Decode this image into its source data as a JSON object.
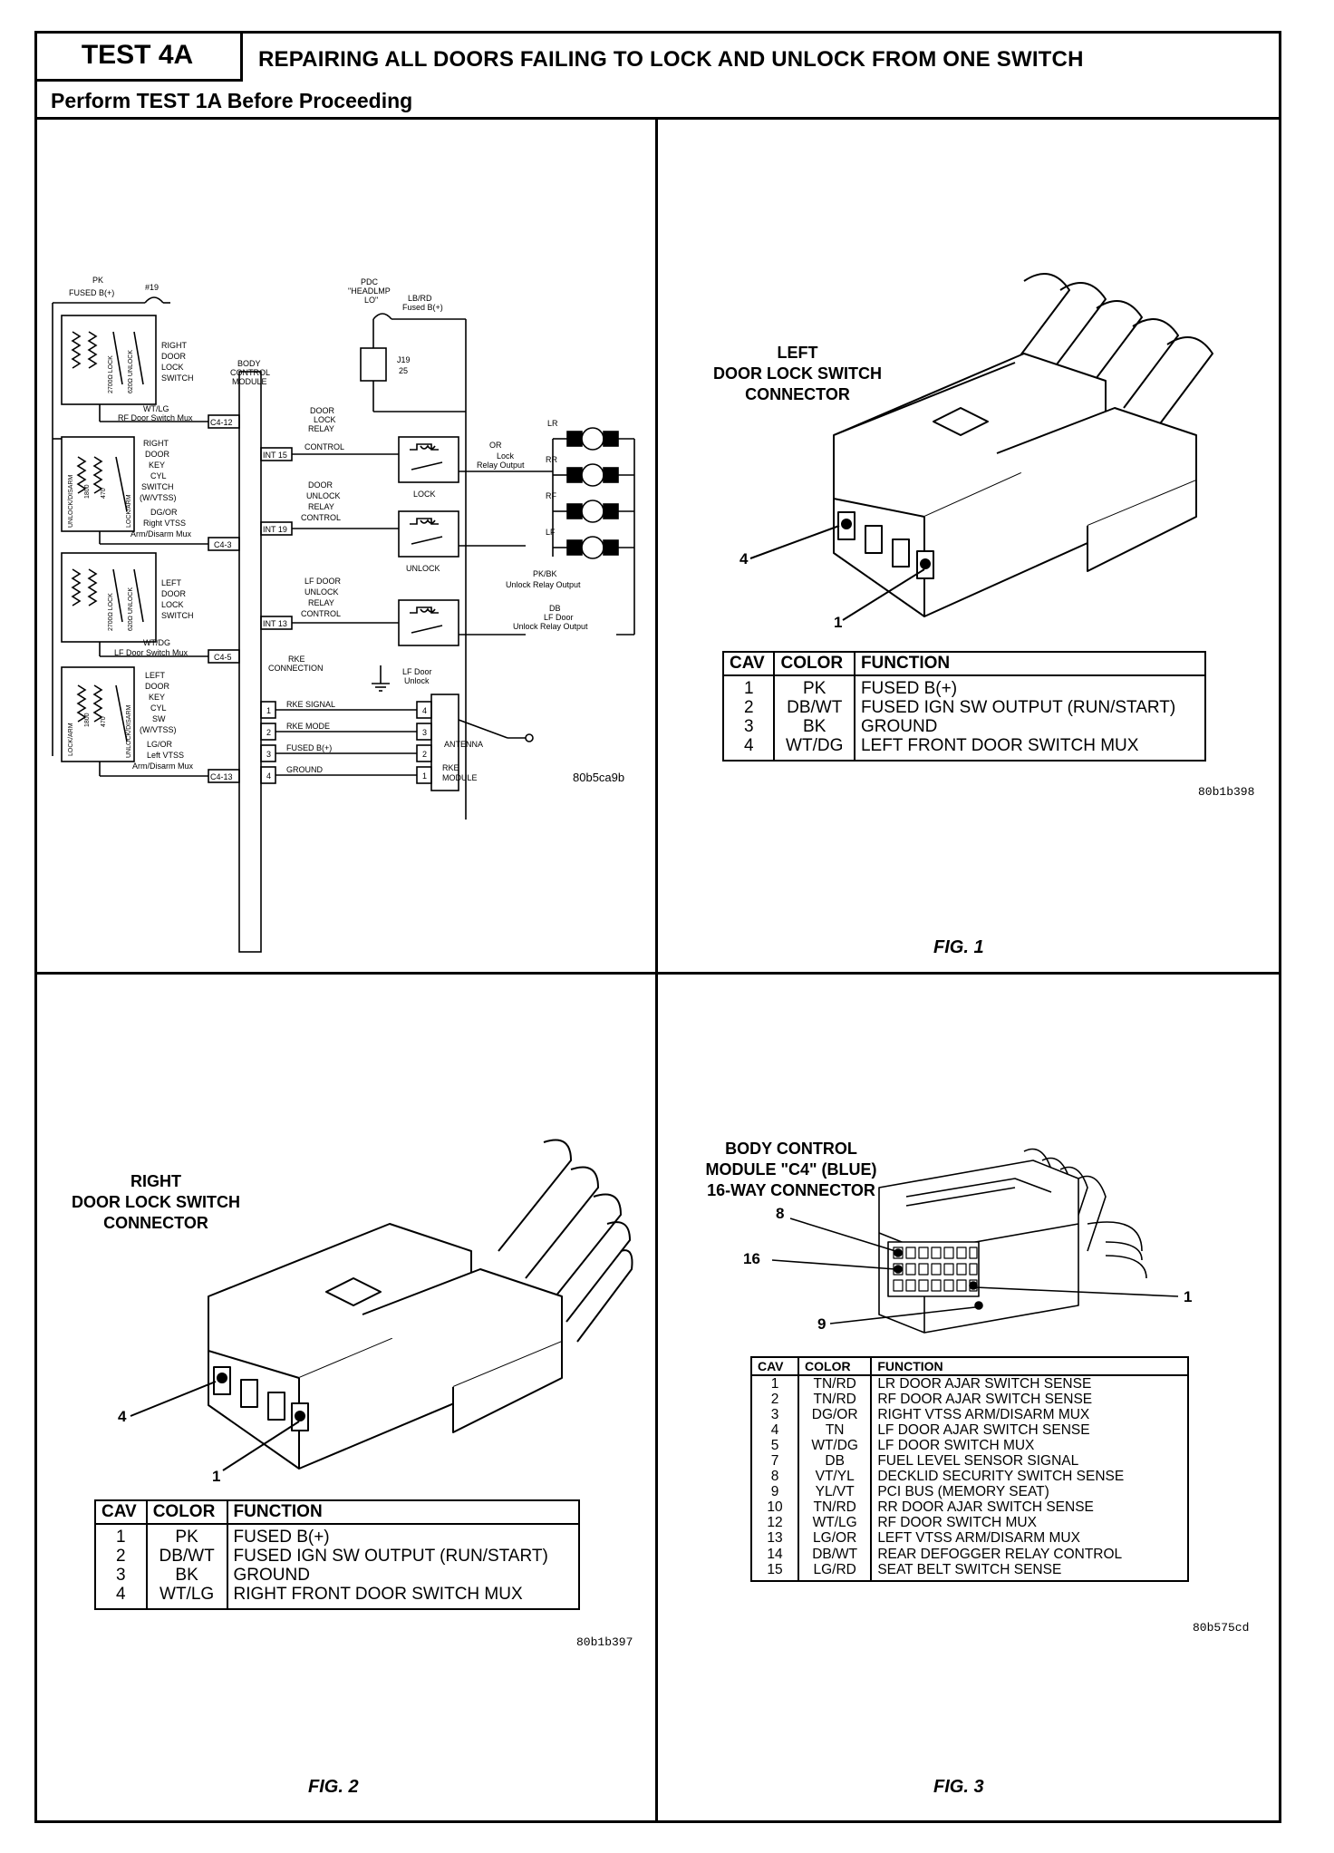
{
  "header": {
    "test_id": "TEST 4A",
    "title": "REPAIRING ALL DOORS FAILING TO LOCK AND UNLOCK FROM ONE SWITCH",
    "subtitle": "Perform TEST 1A Before Proceeding"
  },
  "schematic": {
    "id": "80b5ca9b",
    "labels": {
      "pk_fused": "PK",
      "fused_b": "FUSED B(+)",
      "fuse19": "#19",
      "pdc": "PDC",
      "headlmp": "\"HEADLMP",
      "lo": "LO\"",
      "lbrd": "LB/RD",
      "fused_b2": "Fused B(+)",
      "j19": "J19",
      "j19n": "25",
      "right_door_lock_switch": [
        "RIGHT",
        "DOOR",
        "LOCK",
        "SWITCH"
      ],
      "body_control_module": [
        "BODY",
        "CONTROL",
        "MODULE"
      ],
      "wtlg": "WT/LG",
      "rf_mux": "RF Door Switch Mux",
      "c4_12": "C4-12",
      "int15": "INT 15",
      "door_lock_relay_control": [
        "DOOR",
        "LOCK",
        "RELAY",
        "CONTROL"
      ],
      "right_door_key_cyl": [
        "RIGHT",
        "DOOR",
        "KEY",
        "CYL",
        "SWITCH",
        "(W/VTSS)"
      ],
      "dgor": "DG/OR",
      "right_vtss": "Right VTSS",
      "arm_disarm_mux": "Arm/Disarm Mux",
      "c4_3": "C4-3",
      "door_unlock_relay_control": [
        "DOOR",
        "UNLOCK",
        "RELAY",
        "CONTROL"
      ],
      "int19": "INT 19",
      "lock": "LOCK",
      "unlock": "UNLOCK",
      "or": "OR",
      "lock_relay_output": [
        "Lock",
        "Relay Output"
      ],
      "lr": "LR",
      "rr": "RR",
      "rf": "RF",
      "lf": "LF",
      "left_door_lock_switch": [
        "LEFT",
        "DOOR",
        "LOCK",
        "SWITCH"
      ],
      "lf_door_unlock_relay_control": [
        "LF DOOR",
        "UNLOCK",
        "RELAY",
        "CONTROL"
      ],
      "int13": "INT 13",
      "pkbk": "PK/BK",
      "unlock_relay_output": "Unlock Relay Output",
      "db": "DB",
      "lf_door": "LF Door",
      "unlock_relay_output2": "Unlock Relay Output",
      "wtdg": "WT/DG",
      "lf_mux": "LF Door Switch Mux",
      "c4_5": "C4-5",
      "rke_connection": [
        "RKE",
        "CONNECTION"
      ],
      "lf_door_unlock": [
        "LF Door",
        "Unlock"
      ],
      "left_door_key_cyl": [
        "LEFT",
        "DOOR",
        "KEY",
        "CYL",
        "SW",
        "(W/VTSS)"
      ],
      "lgor": "LG/OR",
      "left_vtss": "Left VTSS",
      "arm_disarm_mux2": "Arm/Disarm Mux",
      "c4_13": "C4-13",
      "rke_signal": "RKE SIGNAL",
      "rke_mode": "RKE MODE",
      "fused_b3": "FUSED B(+)",
      "ground": "GROUND",
      "antenna": "ANTENNA",
      "rke_module": [
        "RKE",
        "MODULE"
      ],
      "pins": [
        "1",
        "2",
        "3",
        "4"
      ],
      "rke_pins": [
        "4",
        "3",
        "2",
        "1"
      ],
      "resistor_labels_r": [
        "2700Ω LOCK",
        "620Ω UNLOCK"
      ],
      "resistor_labels_l": [
        "2700Ω LOCK",
        "620Ω UNLOCK"
      ],
      "key_labels_r": [
        "UNLOCK/DISARM",
        "1800",
        "470",
        "LOCK/ARM"
      ],
      "key_labels_l": [
        "LOCK/ARM",
        "1800",
        "470",
        "UNLOCK/DISARM"
      ]
    }
  },
  "fig1": {
    "title": [
      "LEFT",
      "DOOR LOCK SWITCH",
      "CONNECTOR"
    ],
    "callouts": [
      "4",
      "1"
    ],
    "headers": [
      "CAV",
      "COLOR",
      "FUNCTION"
    ],
    "rows": [
      [
        "1",
        "PK",
        "FUSED B(+)"
      ],
      [
        "2",
        "DB/WT",
        "FUSED IGN SW OUTPUT (RUN/START)"
      ],
      [
        "3",
        "BK",
        "GROUND"
      ],
      [
        "4",
        "WT/DG",
        "LEFT FRONT DOOR SWITCH MUX"
      ]
    ],
    "id": "80b1b398",
    "caption": "FIG. 1"
  },
  "fig2": {
    "title": [
      "RIGHT",
      "DOOR LOCK SWITCH",
      "CONNECTOR"
    ],
    "callouts": [
      "4",
      "1"
    ],
    "headers": [
      "CAV",
      "COLOR",
      "FUNCTION"
    ],
    "rows": [
      [
        "1",
        "PK",
        "FUSED B(+)"
      ],
      [
        "2",
        "DB/WT",
        "FUSED IGN SW OUTPUT (RUN/START)"
      ],
      [
        "3",
        "BK",
        "GROUND"
      ],
      [
        "4",
        "WT/LG",
        "RIGHT FRONT DOOR SWITCH MUX"
      ]
    ],
    "id": "80b1b397",
    "caption": "FIG. 2"
  },
  "fig3": {
    "title": [
      "BODY CONTROL",
      "MODULE \"C4\" (BLUE)",
      "16-WAY CONNECTOR"
    ],
    "callouts": [
      "8",
      "16",
      "9",
      "1"
    ],
    "headers": [
      "CAV",
      "COLOR",
      "FUNCTION"
    ],
    "rows": [
      [
        "1",
        "TN/RD",
        "LR DOOR AJAR SWITCH SENSE"
      ],
      [
        "2",
        "TN/RD",
        "RF DOOR AJAR SWITCH SENSE"
      ],
      [
        "3",
        "DG/OR",
        "RIGHT VTSS ARM/DISARM MUX"
      ],
      [
        "4",
        "TN",
        "LF DOOR AJAR SWITCH SENSE"
      ],
      [
        "5",
        "WT/DG",
        "LF DOOR SWITCH MUX"
      ],
      [
        "7",
        "DB",
        "FUEL LEVEL SENSOR SIGNAL"
      ],
      [
        "8",
        "VT/YL",
        "DECKLID SECURITY SWITCH SENSE"
      ],
      [
        "9",
        "YL/VT",
        "PCI BUS (MEMORY SEAT)"
      ],
      [
        "10",
        "TN/RD",
        "RR DOOR AJAR SWITCH SENSE"
      ],
      [
        "12",
        "WT/LG",
        "RF DOOR SWITCH MUX"
      ],
      [
        "13",
        "LG/OR",
        "LEFT VTSS ARM/DISARM MUX"
      ],
      [
        "14",
        "DB/WT",
        "REAR DEFOGGER RELAY CONTROL"
      ],
      [
        "15",
        "LG/RD",
        "SEAT BELT SWITCH SENSE"
      ]
    ],
    "id": "80b575cd",
    "caption": "FIG. 3"
  }
}
